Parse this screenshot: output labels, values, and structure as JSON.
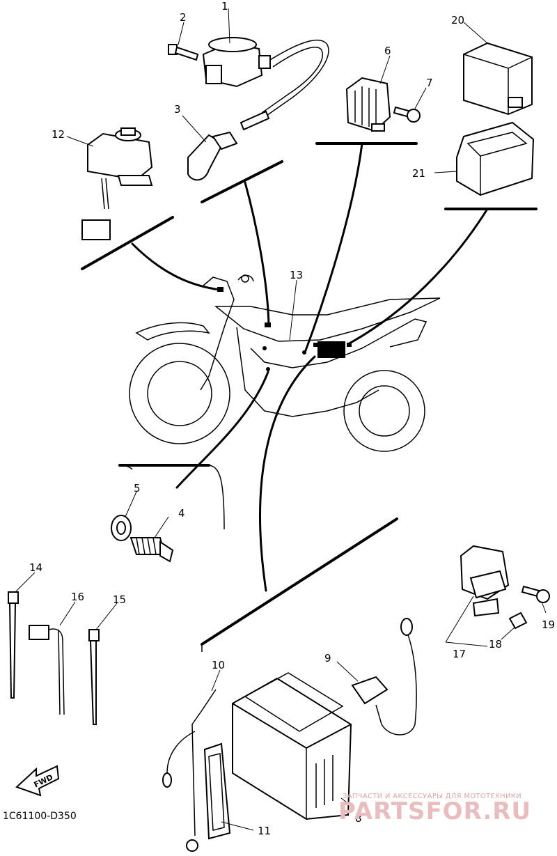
{
  "callouts": {
    "n1": "1",
    "n2": "2",
    "n3": "3",
    "n4": "4",
    "n5": "5",
    "n6": "6",
    "n7": "7",
    "n8": "8",
    "n9": "9",
    "n10": "10",
    "n11": "11",
    "n12": "12",
    "n13": "13",
    "n14": "14",
    "n15": "15",
    "n16": "16",
    "n17": "17",
    "n18": "18",
    "n19": "19",
    "n20": "20",
    "n21": "21"
  },
  "direction_label": "FWD",
  "diagram_code": "1C61100-D350",
  "watermark": {
    "caption": "ЗАПЧАСТИ И АКСЕССУАРЫ ДЛЯ МОТОТЕХНИКИ",
    "brand": "PARTSFOR.RU"
  },
  "colors": {
    "ink": "#000000",
    "background": "#ffffff",
    "watermark": "#e9bdbd"
  }
}
